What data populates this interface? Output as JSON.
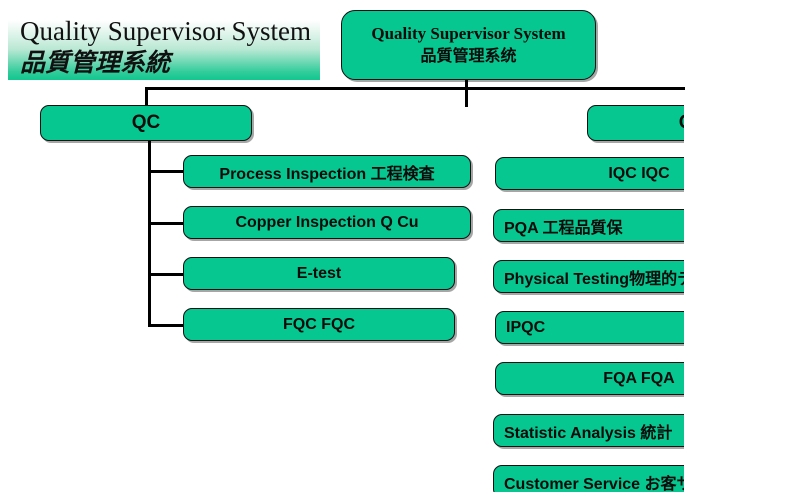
{
  "banner": {
    "title_en": "Quality Supervisor System",
    "title_cn": "品質管理系統"
  },
  "root": {
    "line1": "Quality Supervisor System",
    "line2": "品質管理系统"
  },
  "branches": {
    "qc": {
      "label": "QC",
      "children": [
        {
          "label": "Process Inspection 工程検査"
        },
        {
          "label": "Copper Inspection        Q Cu"
        },
        {
          "label": "E-test"
        },
        {
          "label": "FQC                FQC"
        }
      ]
    },
    "qa": {
      "label": "QA",
      "children": [
        {
          "label": "IQC                    IQC"
        },
        {
          "label": "PQA            工程品質保"
        },
        {
          "label": "Physical Testing物理的テ"
        },
        {
          "label": "IPQC"
        },
        {
          "label": "FQA                FQA"
        },
        {
          "label": "Statistic Analysis  統計"
        },
        {
          "label": "Customer Service  お客サ"
        }
      ]
    }
  },
  "colors": {
    "node_fill": "#06c78f",
    "node_border": "#111111",
    "connector": "#000000",
    "banner_green": "#11c78f",
    "text": "#0b0b0b",
    "background": "#ffffff"
  }
}
